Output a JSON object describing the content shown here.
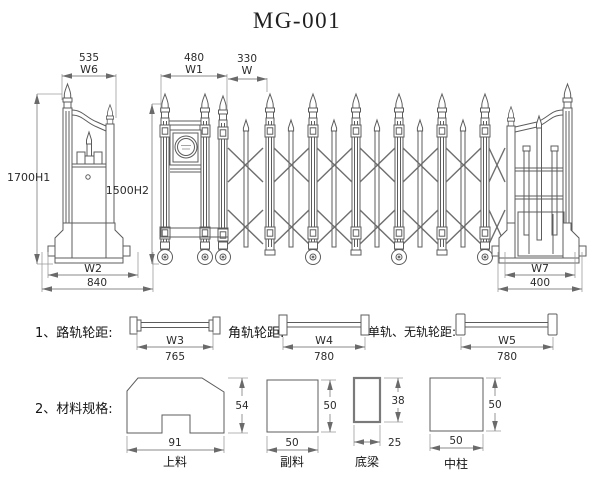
{
  "title": "MG-001",
  "colors": {
    "line": "#5c5c5c",
    "dim_line": "#8a8a8a",
    "text": "#1f1f1f",
    "background": "#ffffff"
  },
  "front_view": {
    "width_left_post": {
      "value": "535",
      "label": "W6"
    },
    "width_drive_unit": {
      "value": "480",
      "label": "W1"
    },
    "width_pitch": {
      "value": "330",
      "label": "W"
    },
    "height_total": "1700H1",
    "height_gate": "1500H2",
    "base_left": {
      "label": "W2",
      "value": "840"
    },
    "base_right": {
      "label": "W7",
      "value": "400"
    }
  },
  "wheel_specs": {
    "item1": {
      "label": "1、路轨轮距:",
      "dim": "W3",
      "value": "765"
    },
    "item2": {
      "label": "角轨轮距:",
      "dim": "W4",
      "value": "780"
    },
    "item3": {
      "label": "单轨、无轨轮距:",
      "dim": "W5",
      "value": "780"
    }
  },
  "material_specs": {
    "label": "2、材料规格:",
    "profiles": [
      {
        "name": "上料",
        "width": "91",
        "height": "54"
      },
      {
        "name": "副料",
        "width": "50",
        "height": "50"
      },
      {
        "name": "底梁",
        "width": "25",
        "height": "38"
      },
      {
        "name": "中柱",
        "width": "50",
        "height": "50"
      }
    ]
  }
}
